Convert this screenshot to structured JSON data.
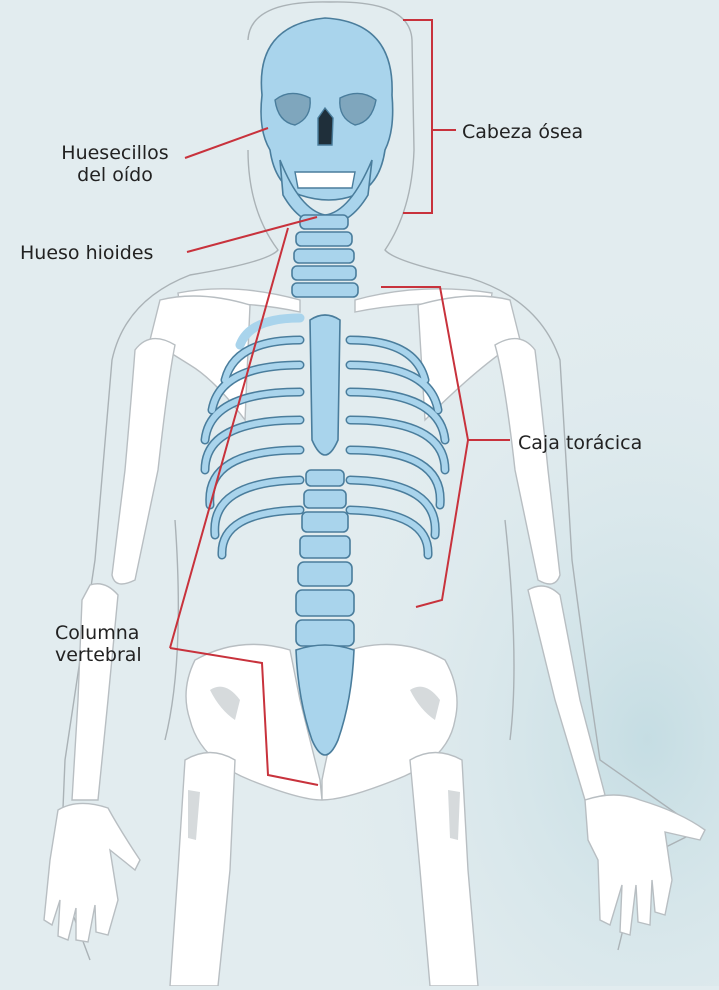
{
  "diagram": {
    "labels": {
      "ossicles": "Huesecillos\ndel oído",
      "hyoid": "Hueso hioides",
      "skull": "Cabeza ósea",
      "ribcage": "Caja torácica",
      "spine": "Columna\nvertebral"
    },
    "colors": {
      "background": "#e2ecef",
      "axial_skeleton": "#a9d4ec",
      "axial_outline": "#4a7d9c",
      "appendicular_skeleton": "#ffffff",
      "appendicular_shade": "#d4d8da",
      "leader_lines": "#c8323c",
      "body_outline": "#9aa3a8"
    }
  }
}
